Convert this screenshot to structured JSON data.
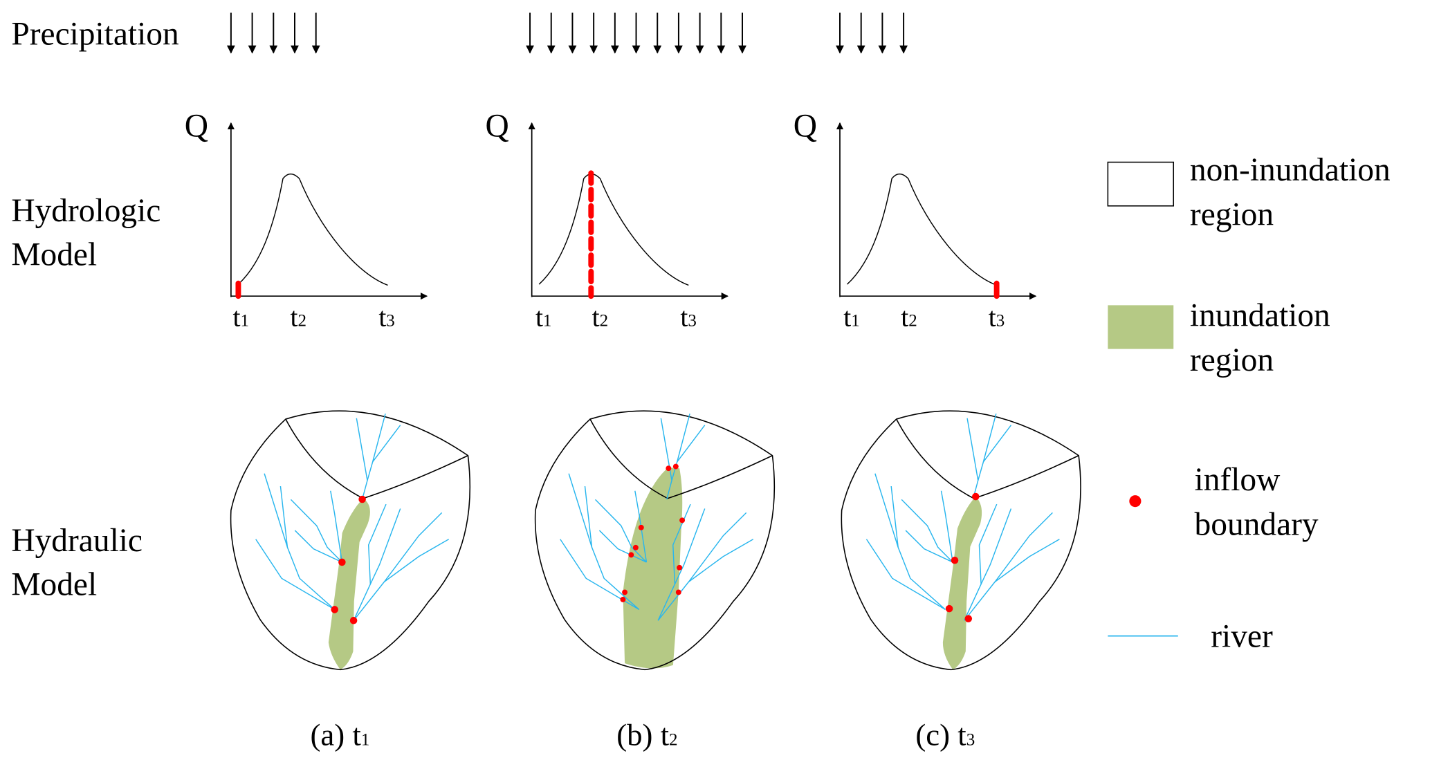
{
  "row_labels": {
    "precipitation": "Precipitation",
    "hydrologic": [
      "Hydrologic",
      "Model"
    ],
    "hydraulic": [
      "Hydraulic",
      "Model"
    ]
  },
  "axis_label": "Q",
  "ticks": [
    {
      "base": "t",
      "sub": "1"
    },
    {
      "base": "t",
      "sub": "2"
    },
    {
      "base": "t",
      "sub": "3"
    }
  ],
  "panels": [
    {
      "caption_prefix": "(a) t",
      "caption_sub": "1",
      "rain_arrows": 5,
      "marker": "t1"
    },
    {
      "caption_prefix": "(b) t",
      "caption_sub": "2",
      "rain_arrows": 11,
      "marker": "t2"
    },
    {
      "caption_prefix": "(c) t",
      "caption_sub": "3",
      "rain_arrows": 4,
      "marker": "t3"
    }
  ],
  "legend": {
    "non_inundation": [
      "non-inundation",
      "region"
    ],
    "inundation": [
      "inundation",
      "region"
    ],
    "inflow": [
      "inflow",
      "boundary"
    ],
    "river": "river"
  },
  "colors": {
    "inundation": "#b5c985",
    "river": "#29b6ee",
    "inflow": "#ff0000",
    "outline": "#000000"
  }
}
